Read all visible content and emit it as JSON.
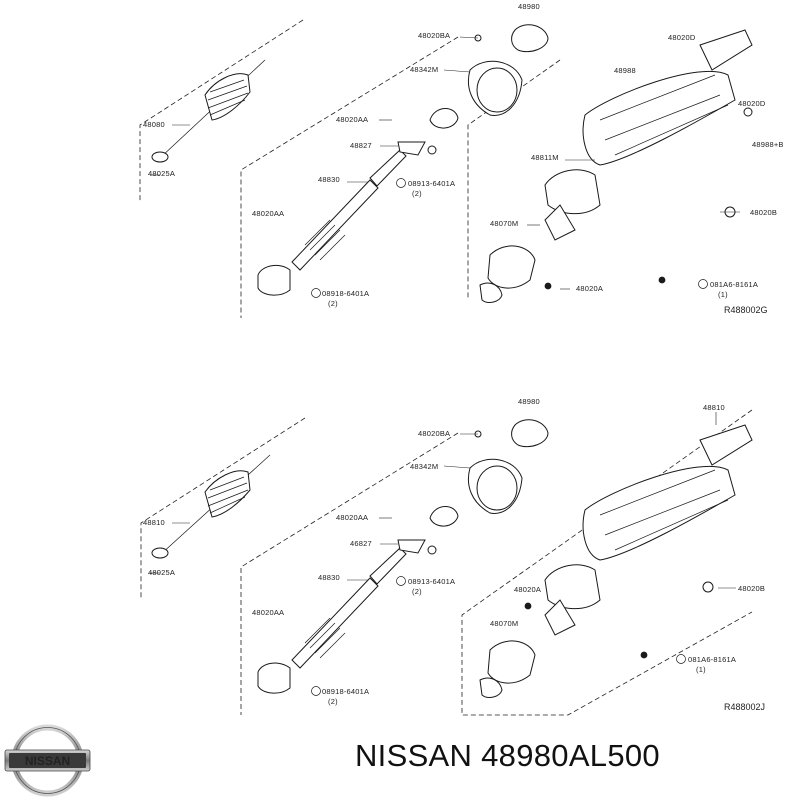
{
  "diagram_top": {
    "labels": [
      "48980",
      "48020BA",
      "48342M",
      "48020AA",
      "48827",
      "08913-6401A",
      "(2)",
      "48830",
      "48020AA",
      "08918-6401A",
      "(2)",
      "48080",
      "48025A",
      "48020D",
      "48988",
      "48020D",
      "48988+B",
      "48811M",
      "48070M",
      "48020B",
      "48020A",
      "081A6-8161A",
      "(1)"
    ],
    "ref_code": "R488002G"
  },
  "diagram_bottom": {
    "labels": [
      "48980",
      "48020BA",
      "48342M",
      "48020AA",
      "46827",
      "08913-6401A",
      "(2)",
      "48830",
      "48020AA",
      "08918-6401A",
      "(2)",
      "48810",
      "48025A",
      "48810",
      "48020A",
      "48070M",
      "48020B",
      "081A6-8161A",
      "(1)"
    ],
    "ref_code": "R488002J"
  },
  "logo": {
    "text": "NISSAN",
    "icon": "nissan-logo-icon"
  },
  "caption": "NISSAN 48980AL500"
}
